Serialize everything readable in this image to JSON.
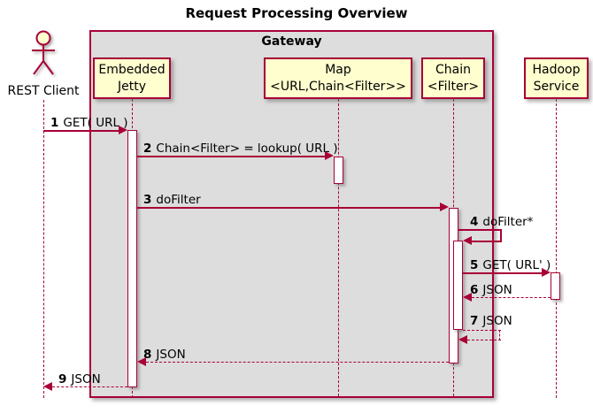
{
  "diagram": {
    "type": "sequence",
    "title": "Request Processing Overview",
    "colors": {
      "line": "#A80036",
      "participant_fill": "#FEFECE",
      "group_fill": "#DDDDDD",
      "activation_fill": "#FFFFFF",
      "background": "#FFFFFF",
      "text": "#000000"
    }
  },
  "group": {
    "label": "Gateway"
  },
  "actor": {
    "label": "REST Client"
  },
  "participants": [
    {
      "line1": "Embedded",
      "line2": "Jetty",
      "in_group": true
    },
    {
      "line1": "Map",
      "line2": "<URL,Chain<Filter>>",
      "in_group": true
    },
    {
      "line1": "Chain",
      "line2": "<Filter>",
      "in_group": true
    },
    {
      "line1": "Hadoop",
      "line2": "Service",
      "in_group": false
    }
  ],
  "messages": [
    {
      "num": "1",
      "text": "GET( URL )",
      "from": "REST Client",
      "to": "Embedded Jetty",
      "line": "solid",
      "kind": "call"
    },
    {
      "num": "2",
      "text": "Chain<Filter> = lookup( URL )",
      "from": "Embedded Jetty",
      "to": "Map <URL,Chain<Filter>>",
      "line": "solid",
      "kind": "call"
    },
    {
      "num": "3",
      "text": "doFilter",
      "from": "Embedded Jetty",
      "to": "Chain <Filter>",
      "line": "solid",
      "kind": "call"
    },
    {
      "num": "4",
      "text": "doFilter*",
      "from": "Chain <Filter>",
      "to": "Chain <Filter>",
      "line": "solid",
      "kind": "self-call"
    },
    {
      "num": "5",
      "text": "GET( URL' )",
      "from": "Chain <Filter>",
      "to": "Hadoop Service",
      "line": "solid",
      "kind": "call"
    },
    {
      "num": "6",
      "text": "JSON",
      "from": "Hadoop Service",
      "to": "Chain <Filter>",
      "line": "dashed",
      "kind": "return"
    },
    {
      "num": "7",
      "text": "JSON",
      "from": "Chain <Filter>",
      "to": "Chain <Filter>",
      "line": "dashed",
      "kind": "self-return"
    },
    {
      "num": "8",
      "text": "JSON",
      "from": "Chain <Filter>",
      "to": "Embedded Jetty",
      "line": "dashed",
      "kind": "return"
    },
    {
      "num": "9",
      "text": "JSON",
      "from": "Embedded Jetty",
      "to": "REST Client",
      "line": "dashed",
      "kind": "return"
    }
  ]
}
